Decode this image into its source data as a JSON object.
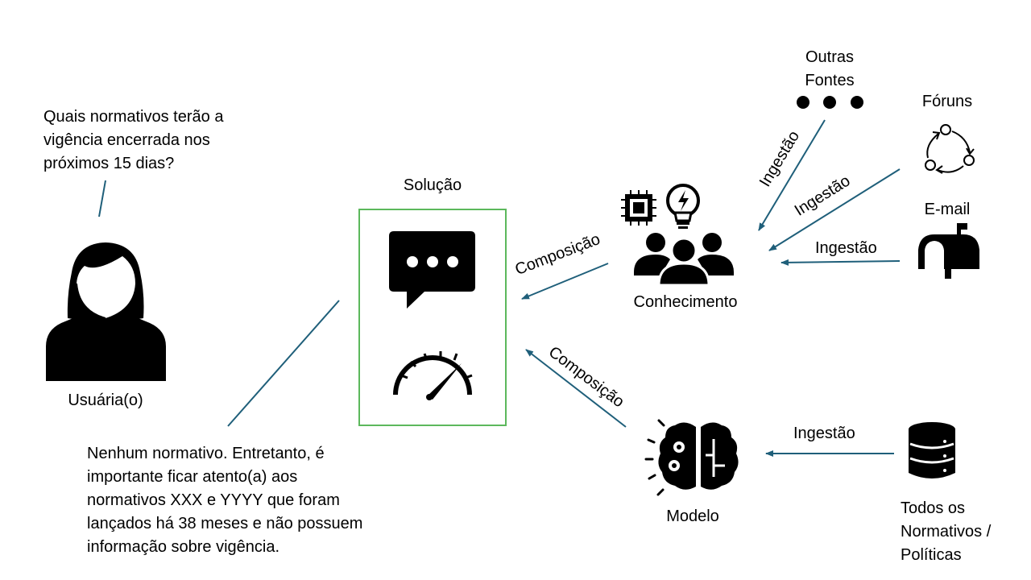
{
  "question": "Quais normativos terão a\nvigência encerrada nos\npróximos 15 dias?",
  "answer": "Nenhum normativo. Entretanto, é\nimportante ficar atento(a) aos\nnormativos XXX e YYYY que foram\nlançados há 38 meses e não possuem\ninformação sobre vigência.",
  "nodes": {
    "user": "Usuária(o)",
    "solution": "Solução",
    "knowledge": "Conhecimento",
    "model": "Modelo",
    "other_sources": "Outras\nFontes",
    "forums": "Fóruns",
    "email": "E-mail",
    "all_norms": "Todos os\nNormativos /\nPolíticas"
  },
  "edges": {
    "ingest_other": "Ingestão",
    "ingest_forums": "Ingestão",
    "ingest_email": "Ingestão",
    "ingest_norms": "Ingestão",
    "compose_knowledge": "Composição",
    "compose_model": "Composição"
  },
  "colors": {
    "arrow": "#1f5f7a",
    "box": "#5cb85c",
    "icon": "#000000"
  },
  "icons": [
    "person-icon",
    "chat-bubble-icon",
    "speedometer-icon",
    "chip-icon",
    "lightbulb-icon",
    "group-icon",
    "cycle-icon",
    "mailbox-icon",
    "brain-icon",
    "database-icon",
    "ellipsis-icon"
  ]
}
